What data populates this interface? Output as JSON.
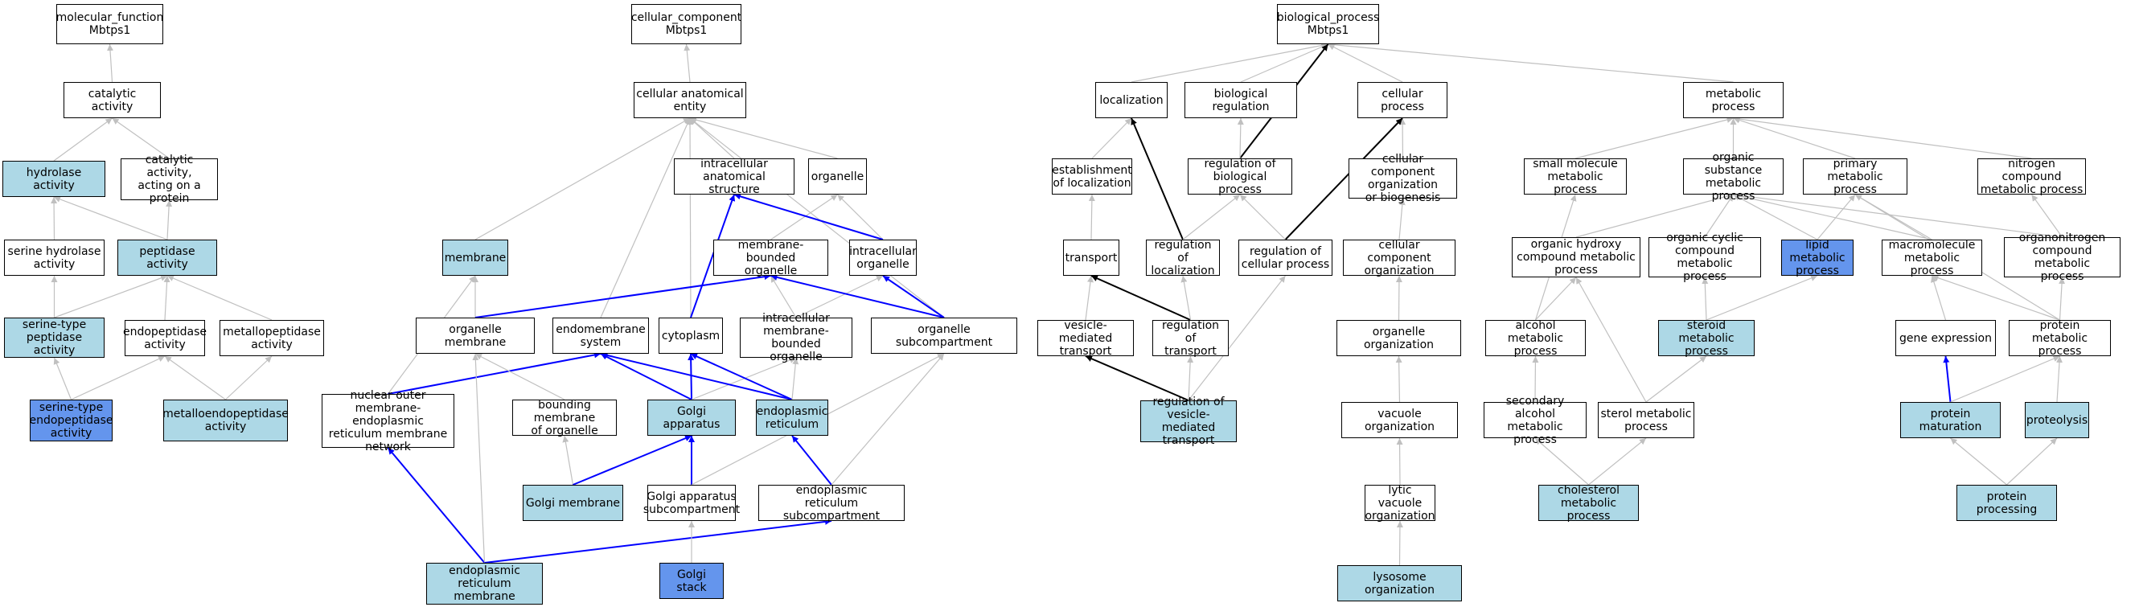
{
  "colors": {
    "plain": "#ffffff",
    "light": "#add8e6",
    "dark": "#6495ed",
    "edge_gray": "#c0c0c0",
    "edge_blue": "#0000ff",
    "edge_black": "#000000"
  },
  "nodes": {
    "mf_root": {
      "label": "molecular_function\nMbtps1",
      "fill": "plain"
    },
    "catalytic_activity": {
      "label": "catalytic activity",
      "fill": "plain"
    },
    "hydrolase_activity": {
      "label": "hydrolase activity",
      "fill": "light"
    },
    "catalytic_protein": {
      "label": "catalytic activity,\nacting on a\nprotein",
      "fill": "plain"
    },
    "serine_hydrolase": {
      "label": "serine hydrolase\nactivity",
      "fill": "plain"
    },
    "peptidase_activity": {
      "label": "peptidase activity",
      "fill": "light"
    },
    "serine_peptidase": {
      "label": "serine-type\npeptidase activity",
      "fill": "light"
    },
    "endopeptidase": {
      "label": "endopeptidase\nactivity",
      "fill": "plain"
    },
    "metallopeptidase": {
      "label": "metallopeptidase\nactivity",
      "fill": "plain"
    },
    "serine_endopeptidase": {
      "label": "serine-type\nendopeptidase\nactivity",
      "fill": "dark"
    },
    "metalloendopeptidase": {
      "label": "metalloendopeptidase\nactivity",
      "fill": "light"
    },
    "cc_root": {
      "label": "cellular_component\nMbtps1",
      "fill": "plain"
    },
    "cellular_anatomical": {
      "label": "cellular anatomical\nentity",
      "fill": "plain"
    },
    "intracellular_structure": {
      "label": "intracellular\nanatomical structure",
      "fill": "plain"
    },
    "organelle": {
      "label": "organelle",
      "fill": "plain"
    },
    "membrane": {
      "label": "membrane",
      "fill": "light"
    },
    "membrane_bounded": {
      "label": "membrane-bounded\norganelle",
      "fill": "plain"
    },
    "intracellular_organelle": {
      "label": "intracellular\norganelle",
      "fill": "plain"
    },
    "organelle_membrane": {
      "label": "organelle membrane",
      "fill": "plain"
    },
    "endomembrane": {
      "label": "endomembrane\nsystem",
      "fill": "plain"
    },
    "cytoplasm": {
      "label": "cytoplasm",
      "fill": "plain"
    },
    "intracellular_membrane_bounded": {
      "label": "intracellular\nmembrane-bounded\norganelle",
      "fill": "plain"
    },
    "organelle_subcompartment": {
      "label": "organelle subcompartment",
      "fill": "plain"
    },
    "nuclear_outer": {
      "label": "nuclear outer\nmembrane-endoplasmic\nreticulum membrane\nnetwork",
      "fill": "plain"
    },
    "bounding_membrane": {
      "label": "bounding membrane\nof organelle",
      "fill": "plain"
    },
    "golgi_apparatus": {
      "label": "Golgi apparatus",
      "fill": "light"
    },
    "er": {
      "label": "endoplasmic\nreticulum",
      "fill": "light"
    },
    "golgi_membrane": {
      "label": "Golgi membrane",
      "fill": "light"
    },
    "golgi_subcompartment": {
      "label": "Golgi apparatus\nsubcompartment",
      "fill": "plain"
    },
    "er_subcompartment": {
      "label": "endoplasmic\nreticulum subcompartment",
      "fill": "plain"
    },
    "er_membrane": {
      "label": "endoplasmic\nreticulum membrane",
      "fill": "light"
    },
    "golgi_stack": {
      "label": "Golgi stack",
      "fill": "dark"
    },
    "bp_root": {
      "label": "biological_process\nMbtps1",
      "fill": "plain"
    },
    "localization": {
      "label": "localization",
      "fill": "plain"
    },
    "biological_regulation": {
      "label": "biological regulation",
      "fill": "plain"
    },
    "cellular_process": {
      "label": "cellular process",
      "fill": "plain"
    },
    "metabolic_process": {
      "label": "metabolic process",
      "fill": "plain"
    },
    "establishment_localization": {
      "label": "establishment\nof localization",
      "fill": "plain"
    },
    "regulation_bp": {
      "label": "regulation of\nbiological process",
      "fill": "plain"
    },
    "cc_org_biogenesis": {
      "label": "cellular component\norganization\nor biogenesis",
      "fill": "plain"
    },
    "small_molecule": {
      "label": "small molecule\nmetabolic process",
      "fill": "plain"
    },
    "organic_substance": {
      "label": "organic substance\nmetabolic process",
      "fill": "plain"
    },
    "primary_metabolic": {
      "label": "primary metabolic\nprocess",
      "fill": "plain"
    },
    "nitrogen_compound": {
      "label": "nitrogen compound\nmetabolic process",
      "fill": "plain"
    },
    "transport": {
      "label": "transport",
      "fill": "plain"
    },
    "regulation_localization": {
      "label": "regulation of\nlocalization",
      "fill": "plain"
    },
    "regulation_cellular": {
      "label": "regulation of\ncellular process",
      "fill": "plain"
    },
    "cc_organization": {
      "label": "cellular component\norganization",
      "fill": "plain"
    },
    "organic_hydroxy": {
      "label": "organic hydroxy\ncompound metabolic\nprocess",
      "fill": "plain"
    },
    "organic_cyclic": {
      "label": "organic cyclic\ncompound metabolic\nprocess",
      "fill": "plain"
    },
    "lipid_metabolic": {
      "label": "lipid metabolic\nprocess",
      "fill": "dark"
    },
    "macromolecule": {
      "label": "macromolecule\nmetabolic process",
      "fill": "plain"
    },
    "organonitrogen": {
      "label": "organonitrogen\ncompound metabolic\nprocess",
      "fill": "plain"
    },
    "vesicle_transport": {
      "label": "vesicle-mediated\ntransport",
      "fill": "plain"
    },
    "regulation_transport": {
      "label": "regulation of\ntransport",
      "fill": "plain"
    },
    "organelle_organization": {
      "label": "organelle organization",
      "fill": "plain"
    },
    "alcohol_metabolic": {
      "label": "alcohol metabolic\nprocess",
      "fill": "plain"
    },
    "steroid_metabolic": {
      "label": "steroid metabolic\nprocess",
      "fill": "light"
    },
    "gene_expression": {
      "label": "gene expression",
      "fill": "plain"
    },
    "protein_metabolic": {
      "label": "protein metabolic\nprocess",
      "fill": "plain"
    },
    "regulation_vesicle": {
      "label": "regulation of\nvesicle-mediated\ntransport",
      "fill": "light"
    },
    "vacuole_organization": {
      "label": "vacuole organization",
      "fill": "plain"
    },
    "secondary_alcohol": {
      "label": "secondary alcohol\nmetabolic process",
      "fill": "plain"
    },
    "sterol_metabolic": {
      "label": "sterol metabolic\nprocess",
      "fill": "plain"
    },
    "protein_maturation": {
      "label": "protein maturation",
      "fill": "light"
    },
    "proteolysis": {
      "label": "proteolysis",
      "fill": "light"
    },
    "lytic_vacuole": {
      "label": "lytic vacuole\norganization",
      "fill": "plain"
    },
    "cholesterol_metabolic": {
      "label": "cholesterol\nmetabolic process",
      "fill": "light"
    },
    "protein_processing": {
      "label": "protein processing",
      "fill": "light"
    },
    "lysosome_organization": {
      "label": "lysosome organization",
      "fill": "light"
    }
  },
  "edges": [
    {
      "from": "catalytic_activity",
      "to": "mf_root",
      "color": "gray"
    },
    {
      "from": "hydrolase_activity",
      "to": "catalytic_activity",
      "color": "gray"
    },
    {
      "from": "catalytic_protein",
      "to": "catalytic_activity",
      "color": "gray"
    },
    {
      "from": "serine_hydrolase",
      "to": "hydrolase_activity",
      "color": "gray"
    },
    {
      "from": "peptidase_activity",
      "to": "hydrolase_activity",
      "color": "gray"
    },
    {
      "from": "peptidase_activity",
      "to": "catalytic_protein",
      "color": "gray"
    },
    {
      "from": "serine_peptidase",
      "to": "serine_hydrolase",
      "color": "gray"
    },
    {
      "from": "serine_peptidase",
      "to": "peptidase_activity",
      "color": "gray"
    },
    {
      "from": "endopeptidase",
      "to": "peptidase_activity",
      "color": "gray"
    },
    {
      "from": "metallopeptidase",
      "to": "peptidase_activity",
      "color": "gray"
    },
    {
      "from": "serine_endopeptidase",
      "to": "serine_peptidase",
      "color": "gray"
    },
    {
      "from": "serine_endopeptidase",
      "to": "endopeptidase",
      "color": "gray"
    },
    {
      "from": "metalloendopeptidase",
      "to": "endopeptidase",
      "color": "gray"
    },
    {
      "from": "metalloendopeptidase",
      "to": "metallopeptidase",
      "color": "gray"
    },
    {
      "from": "cellular_anatomical",
      "to": "cc_root",
      "color": "gray"
    },
    {
      "from": "intracellular_structure",
      "to": "cellular_anatomical",
      "color": "gray"
    },
    {
      "from": "organelle",
      "to": "cellular_anatomical",
      "color": "gray"
    },
    {
      "from": "membrane",
      "to": "cellular_anatomical",
      "color": "gray"
    },
    {
      "from": "endomembrane",
      "to": "cellular_anatomical",
      "color": "gray"
    },
    {
      "from": "cytoplasm",
      "to": "cellular_anatomical",
      "color": "gray"
    },
    {
      "from": "organelle_subcompartment",
      "to": "cellular_anatomical",
      "color": "gray"
    },
    {
      "from": "membrane_bounded",
      "to": "organelle",
      "color": "gray"
    },
    {
      "from": "intracellular_organelle",
      "to": "organelle",
      "color": "gray"
    },
    {
      "from": "intracellular_organelle",
      "to": "intracellular_structure",
      "color": "blue"
    },
    {
      "from": "cytoplasm",
      "to": "intracellular_structure",
      "color": "blue"
    },
    {
      "from": "organelle_membrane",
      "to": "membrane",
      "color": "gray"
    },
    {
      "from": "organelle_membrane",
      "to": "membrane_bounded",
      "color": "blue"
    },
    {
      "from": "intracellular_membrane_bounded",
      "to": "membrane_bounded",
      "color": "gray"
    },
    {
      "from": "intracellular_membrane_bounded",
      "to": "intracellular_organelle",
      "color": "gray"
    },
    {
      "from": "organelle_subcompartment",
      "to": "membrane_bounded",
      "color": "blue"
    },
    {
      "from": "organelle_subcompartment",
      "to": "intracellular_organelle",
      "color": "blue"
    },
    {
      "from": "nuclear_outer",
      "to": "membrane",
      "color": "gray"
    },
    {
      "from": "nuclear_outer",
      "to": "endomembrane",
      "color": "blue"
    },
    {
      "from": "bounding_membrane",
      "to": "organelle_membrane",
      "color": "gray"
    },
    {
      "from": "golgi_apparatus",
      "to": "endomembrane",
      "color": "blue"
    },
    {
      "from": "golgi_apparatus",
      "to": "cytoplasm",
      "color": "blue"
    },
    {
      "from": "golgi_apparatus",
      "to": "intracellular_membrane_bounded",
      "color": "gray"
    },
    {
      "from": "er",
      "to": "endomembrane",
      "color": "blue"
    },
    {
      "from": "er",
      "to": "cytoplasm",
      "color": "blue"
    },
    {
      "from": "er",
      "to": "intracellular_membrane_bounded",
      "color": "gray"
    },
    {
      "from": "golgi_membrane",
      "to": "bounding_membrane",
      "color": "gray"
    },
    {
      "from": "golgi_membrane",
      "to": "golgi_apparatus",
      "color": "blue"
    },
    {
      "from": "golgi_subcompartment",
      "to": "golgi_apparatus",
      "color": "blue"
    },
    {
      "from": "golgi_subcompartment",
      "to": "organelle_subcompartment",
      "color": "gray"
    },
    {
      "from": "er_subcompartment",
      "to": "er",
      "color": "blue"
    },
    {
      "from": "er_subcompartment",
      "to": "organelle_subcompartment",
      "color": "gray"
    },
    {
      "from": "er_membrane",
      "to": "nuclear_outer",
      "color": "blue"
    },
    {
      "from": "er_membrane",
      "to": "organelle_membrane",
      "color": "gray"
    },
    {
      "from": "er_membrane",
      "to": "er_subcompartment",
      "color": "blue"
    },
    {
      "from": "golgi_stack",
      "to": "golgi_subcompartment",
      "color": "gray"
    },
    {
      "from": "localization",
      "to": "bp_root",
      "color": "gray"
    },
    {
      "from": "biological_regulation",
      "to": "bp_root",
      "color": "gray"
    },
    {
      "from": "cellular_process",
      "to": "bp_root",
      "color": "gray"
    },
    {
      "from": "metabolic_process",
      "to": "bp_root",
      "color": "gray"
    },
    {
      "from": "regulation_bp",
      "to": "bp_root",
      "color": "black"
    },
    {
      "from": "establishment_localization",
      "to": "localization",
      "color": "gray"
    },
    {
      "from": "regulation_bp",
      "to": "biological_regulation",
      "color": "gray"
    },
    {
      "from": "cc_org_biogenesis",
      "to": "cellular_process",
      "color": "gray"
    },
    {
      "from": "regulation_cellular",
      "to": "cellular_process",
      "color": "black"
    },
    {
      "from": "small_molecule",
      "to": "metabolic_process",
      "color": "gray"
    },
    {
      "from": "organic_substance",
      "to": "metabolic_process",
      "color": "gray"
    },
    {
      "from": "primary_metabolic",
      "to": "metabolic_process",
      "color": "gray"
    },
    {
      "from": "nitrogen_compound",
      "to": "metabolic_process",
      "color": "gray"
    },
    {
      "from": "transport",
      "to": "establishment_localization",
      "color": "gray"
    },
    {
      "from": "regulation_localization",
      "to": "localization",
      "color": "black"
    },
    {
      "from": "regulation_localization",
      "to": "regulation_bp",
      "color": "gray"
    },
    {
      "from": "regulation_cellular",
      "to": "regulation_bp",
      "color": "gray"
    },
    {
      "from": "cc_organization",
      "to": "cc_org_biogenesis",
      "color": "gray"
    },
    {
      "from": "organic_hydroxy",
      "to": "organic_substance",
      "color": "gray"
    },
    {
      "from": "organic_cyclic",
      "to": "organic_substance",
      "color": "gray"
    },
    {
      "from": "lipid_metabolic",
      "to": "organic_substance",
      "color": "gray"
    },
    {
      "from": "lipid_metabolic",
      "to": "primary_metabolic",
      "color": "gray"
    },
    {
      "from": "macromolecule",
      "to": "organic_substance",
      "color": "gray"
    },
    {
      "from": "macromolecule",
      "to": "primary_metabolic",
      "color": "gray"
    },
    {
      "from": "organonitrogen",
      "to": "organic_substance",
      "color": "gray"
    },
    {
      "from": "organonitrogen",
      "to": "nitrogen_compound",
      "color": "gray"
    },
    {
      "from": "vesicle_transport",
      "to": "transport",
      "color": "gray"
    },
    {
      "from": "regulation_transport",
      "to": "transport",
      "color": "black"
    },
    {
      "from": "regulation_transport",
      "to": "regulation_localization",
      "color": "gray"
    },
    {
      "from": "organelle_organization",
      "to": "cc_organization",
      "color": "gray"
    },
    {
      "from": "alcohol_metabolic",
      "to": "organic_hydroxy",
      "color": "gray"
    },
    {
      "from": "alcohol_metabolic",
      "to": "small_molecule",
      "color": "gray"
    },
    {
      "from": "steroid_metabolic",
      "to": "organic_cyclic",
      "color": "gray"
    },
    {
      "from": "steroid_metabolic",
      "to": "lipid_metabolic",
      "color": "gray"
    },
    {
      "from": "gene_expression",
      "to": "macromolecule",
      "color": "gray"
    },
    {
      "from": "protein_metabolic",
      "to": "macromolecule",
      "color": "gray"
    },
    {
      "from": "protein_metabolic",
      "to": "organonitrogen",
      "color": "gray"
    },
    {
      "from": "protein_metabolic",
      "to": "primary_metabolic",
      "color": "gray"
    },
    {
      "from": "regulation_vesicle",
      "to": "vesicle_transport",
      "color": "black"
    },
    {
      "from": "regulation_vesicle",
      "to": "regulation_transport",
      "color": "gray"
    },
    {
      "from": "regulation_vesicle",
      "to": "regulation_cellular",
      "color": "gray"
    },
    {
      "from": "vacuole_organization",
      "to": "organelle_organization",
      "color": "gray"
    },
    {
      "from": "secondary_alcohol",
      "to": "alcohol_metabolic",
      "color": "gray"
    },
    {
      "from": "sterol_metabolic",
      "to": "steroid_metabolic",
      "color": "gray"
    },
    {
      "from": "sterol_metabolic",
      "to": "organic_hydroxy",
      "color": "gray"
    },
    {
      "from": "protein_maturation",
      "to": "gene_expression",
      "color": "blue"
    },
    {
      "from": "protein_maturation",
      "to": "protein_metabolic",
      "color": "gray"
    },
    {
      "from": "proteolysis",
      "to": "protein_metabolic",
      "color": "gray"
    },
    {
      "from": "lytic_vacuole",
      "to": "vacuole_organization",
      "color": "gray"
    },
    {
      "from": "cholesterol_metabolic",
      "to": "secondary_alcohol",
      "color": "gray"
    },
    {
      "from": "cholesterol_metabolic",
      "to": "sterol_metabolic",
      "color": "gray"
    },
    {
      "from": "protein_processing",
      "to": "protein_maturation",
      "color": "gray"
    },
    {
      "from": "protein_processing",
      "to": "proteolysis",
      "color": "gray"
    },
    {
      "from": "lysosome_organization",
      "to": "lytic_vacuole",
      "color": "gray"
    }
  ]
}
